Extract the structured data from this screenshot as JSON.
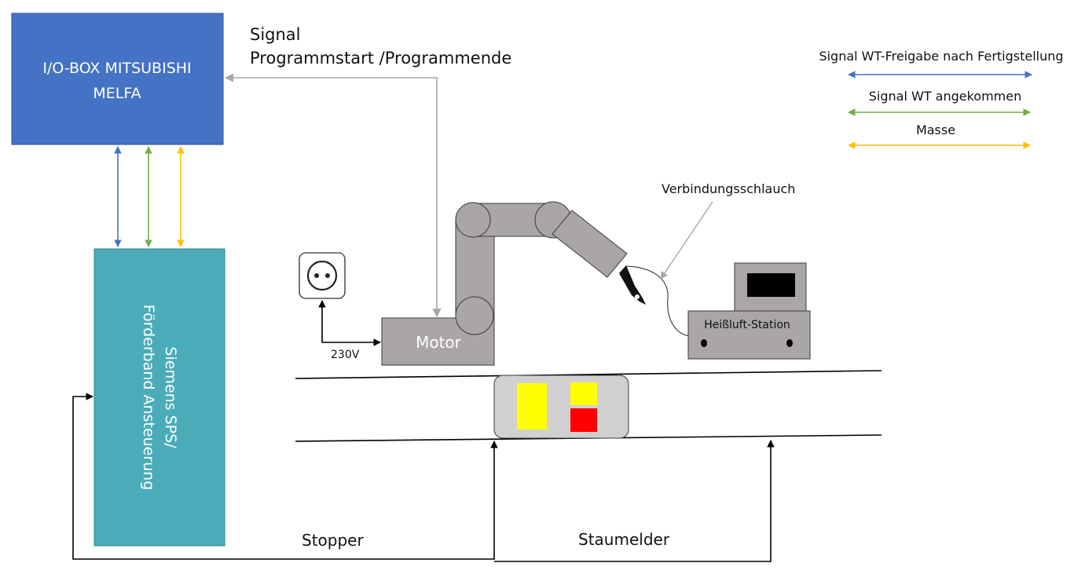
{
  "blocks": {
    "io_box_line1": "I/O-BOX MITSUBISHI",
    "io_box_line2": "MELFA",
    "sps_line1": "Siemens SPS/",
    "sps_line2": "Förderband Ansteuerung",
    "motor": "Motor",
    "hot_air_station": "Heißluft-Station"
  },
  "labels": {
    "signal_line1": "Signal",
    "signal_line2": "Programmstart /Programmende",
    "voltage": "230V",
    "hose": "Verbindungsschlauch",
    "stopper": "Stopper",
    "jam_sensor": "Staumelder"
  },
  "legend": {
    "items": [
      {
        "label": "Signal WT-Freigabe nach Fertigstellung",
        "color": "#4472c4"
      },
      {
        "label": "Signal WT angekommen",
        "color": "#70ad47"
      },
      {
        "label": "Masse",
        "color": "#ffc000"
      }
    ]
  },
  "colors": {
    "io_box": "#4472c4",
    "sps": "#4bacb9",
    "signal_line": "#a6a6a6",
    "robot": "#aaa6a6",
    "carrier": "#d0d0d0",
    "part_yellow": "#ffff00",
    "part_red": "#ff0000"
  }
}
